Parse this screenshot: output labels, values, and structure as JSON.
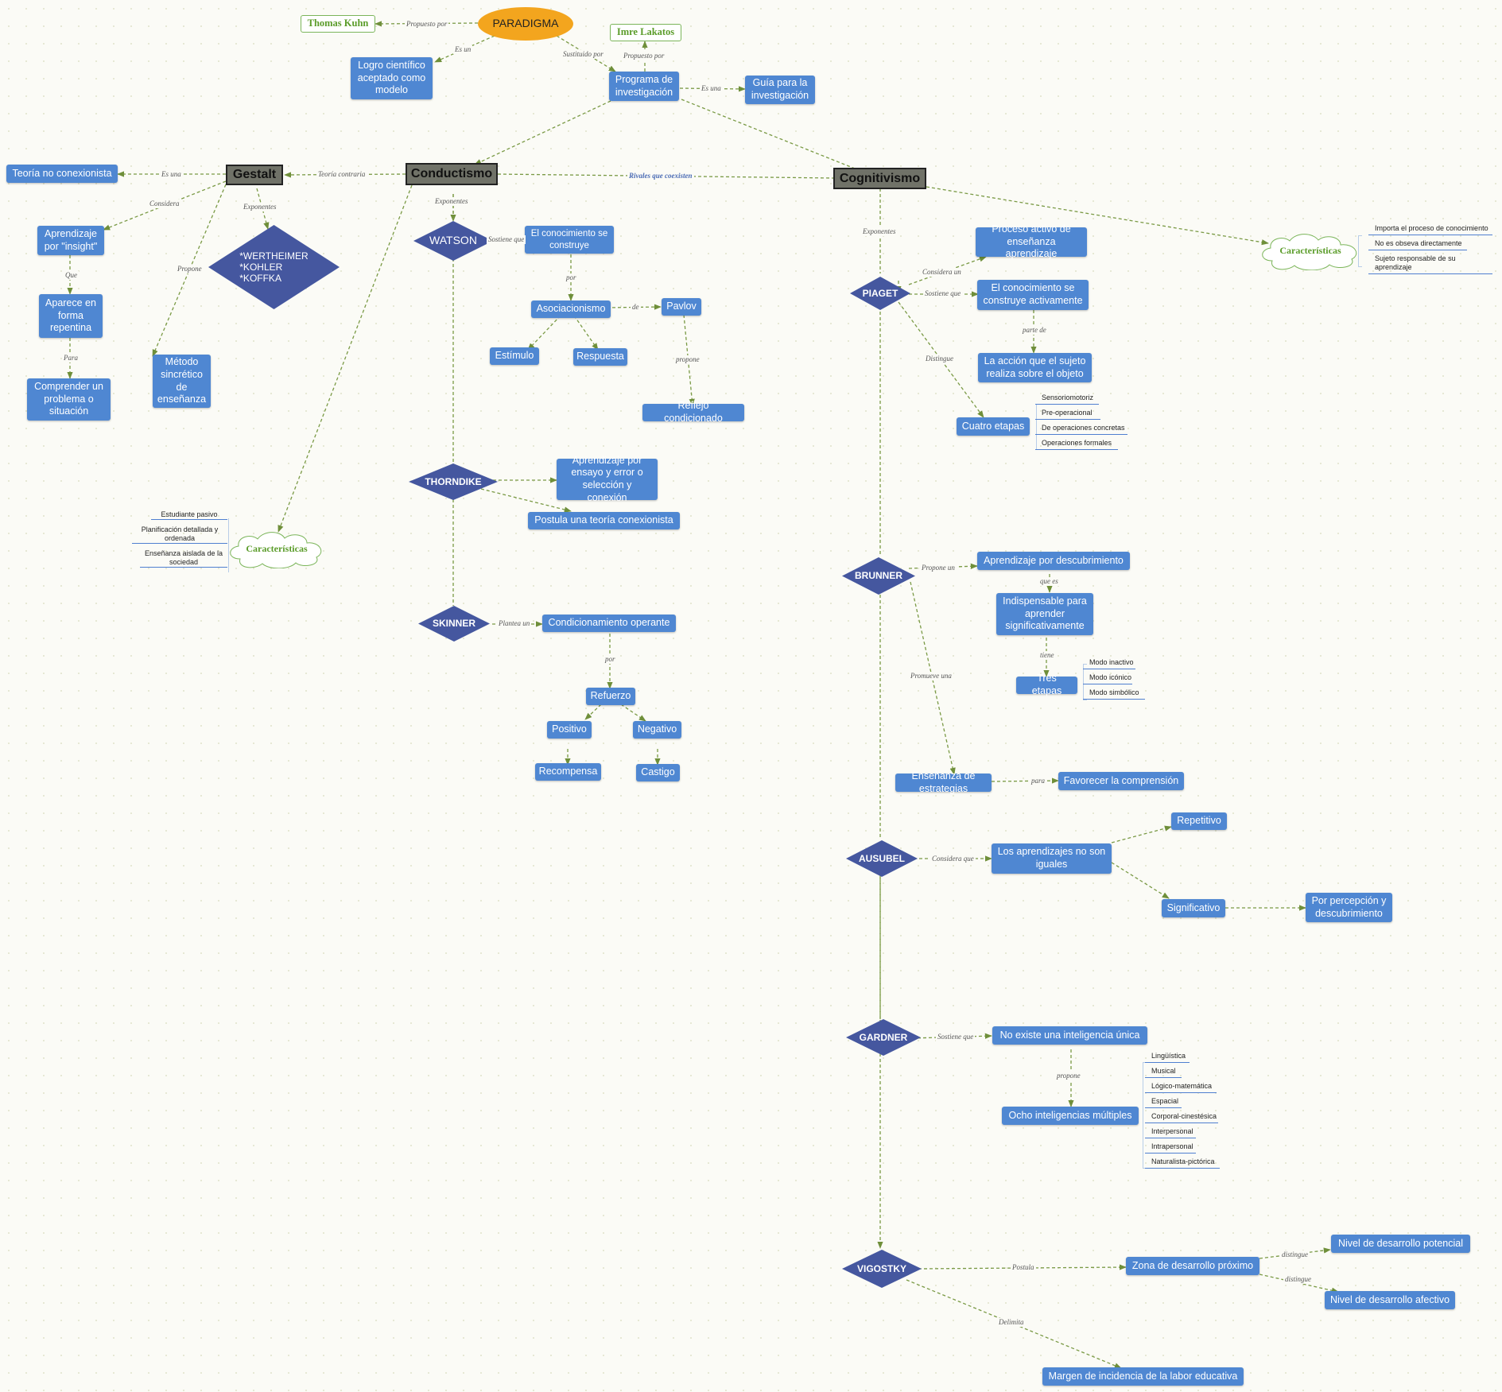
{
  "nodes": {
    "paradigma": "PARADIGMA",
    "kuhn": "Thomas Kuhn",
    "lakatos": "Imre Lakatos",
    "logro": "Logro científico aceptado como modelo",
    "programa": "Programa de investigación",
    "guia": "Guía para la investigación",
    "gestalt": "Gestalt",
    "conductismo": "Conductismo",
    "cognitivismo": "Cognitivismo",
    "teoria_no_conex": "Teoría no conexionista",
    "insight": "Aprendizaje por \"insight\"",
    "repentina": "Aparece en forma repentina",
    "comprender": "Comprender un problema o situación",
    "metodo": "Método sincrético de enseñanza",
    "gestalt_exp_1": "*WERTHEIMER",
    "gestalt_exp_2": "*KOHLER",
    "gestalt_exp_3": "*KOFFKA",
    "watson": "WATSON",
    "conoc_construye": "El conocimiento se construye",
    "asociacionismo": "Asociacionismo",
    "pavlov": "Pavlov",
    "estimulo": "Estímulo",
    "respuesta": "Respuesta",
    "reflejo": "Reflejo condicionado",
    "thorndike": "THORNDIKE",
    "ensayo_error": "Aprendizaje por ensayo y error o selección y conexión",
    "teoria_conex": "Postula una teoría conexionista",
    "skinner": "SKINNER",
    "condicionamiento": "Condicionamiento operante",
    "refuerzo": "Refuerzo",
    "positivo": "Positivo",
    "negativo": "Negativo",
    "recompensa": "Recompensa",
    "castigo": "Castigo",
    "caract_cond": "Características",
    "caract_cog": "Características",
    "piaget": "PIAGET",
    "proceso_activo": "Proceso activo de enseñanza aprendizaje",
    "conoc_activamente": "El conocimiento se construye activamente",
    "accion_sujeto": "La acción que el sujeto realiza sobre el objeto",
    "cuatro_etapas": "Cuatro etapas",
    "brunner": "BRUNNER",
    "descubrimiento": "Aprendizaje por descubrimiento",
    "indispensable": "Indispensable para aprender significativamente",
    "tres_etapas": "Tres etapas",
    "estrategias": "Enseñanza de estrategias",
    "comprension": "Favorecer la comprensión",
    "ausubel": "AUSUBEL",
    "no_iguales": "Los aprendizajes no son iguales",
    "repetitivo": "Repetitivo",
    "significativo": "Significativo",
    "percepcion": "Por percepción y descubrimiento",
    "gardner": "GARDNER",
    "inteligencia_unica": "No existe una inteligencia única",
    "ocho_inteligencias": "Ocho inteligencias múltiples",
    "vigotsky": "VIGOSTKY",
    "zona": "Zona de desarrollo próximo",
    "potencial": "Nivel de desarrollo potencial",
    "afectivo": "Nivel de desarrollo afectivo",
    "margen": "Margen de incidencia de la labor educativa"
  },
  "edge_labels": {
    "propuesto_kuhn": "Propuesto por",
    "es_un": "Es un",
    "sustituido": "Sustituido por",
    "propuesto_lakatos": "Propuesto por",
    "es_una_guia": "Es una",
    "es_una_gestalt": "Es una",
    "teoria_contraria": "Teoría contraria",
    "rivales": "Rivales que coexisten",
    "considera": "Considera",
    "exponentes_gestalt": "Exponentes",
    "que": "Que",
    "para_gestalt": "Para",
    "propone_gestalt": "Propone",
    "exponentes_cond": "Exponentes",
    "sostiene_watson": "Sostiene que",
    "por_watson": "por",
    "de_pavlov": "de",
    "propone_pavlov": "propone",
    "plantea": "Plantea un",
    "por_skinner": "por",
    "exponentes_cog": "Exponentes",
    "considera_piaget": "Considera un",
    "sostiene_piaget": "Sostiene que",
    "parte_de": "parte de",
    "distingue_piaget": "Distingue",
    "propone_brunner": "Propone un",
    "que_es": "que es",
    "tiene": "tiene",
    "promueve": "Promueve una",
    "para_brunner": "para",
    "considera_ausubel": "Considera que",
    "sostiene_gardner": "Sostiene que",
    "propone_gardner": "propone",
    "postula": "Postula",
    "distingue_1": "distingue",
    "distingue_2": "distingue",
    "delimita": "Delimita"
  },
  "lists": {
    "caract_cond": [
      "Estudiante pasivo",
      "Planificación detallada y ordenada",
      "Enseñanza aislada de la sociedad"
    ],
    "caract_cog": [
      "Importa el proceso de conocimiento",
      "No es obseva directamente",
      "Sujeto responsable de su aprendizaje"
    ],
    "piaget_etapas": [
      "Sensoriomotoriz",
      "Pre-operacional",
      "De operaciones concretas",
      "Operaciones formales"
    ],
    "brunner_etapas": [
      "Modo inactivo",
      "Modo icónico",
      "Modo simbólico"
    ],
    "inteligencias": [
      "Lingüística",
      "Musical",
      "Lógico-matemática",
      "Espacial",
      "Corporal-cinestésica",
      "Interpersonal",
      "Intrapersonal",
      "Naturalista-pictórica"
    ]
  },
  "colors": {
    "box": "#4f87d2",
    "diamond": "#45579f",
    "header": "#707268",
    "oval": "#f3a51e",
    "green_text": "#5b9c2a",
    "edge": "#6f8f3a"
  }
}
